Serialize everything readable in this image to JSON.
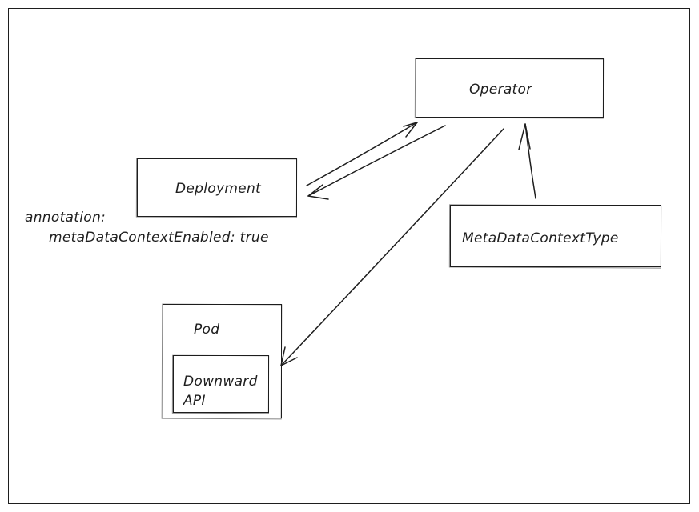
{
  "nodes": {
    "operator": "Operator",
    "deployment": "Deployment",
    "metadata_type": "MetaDataContextType",
    "pod": "Pod",
    "downward_api_line1": "Downward",
    "downward_api_line2": "API"
  },
  "annotation": {
    "line1": "annotation:",
    "line2": "metaDataContextEnabled: true"
  }
}
